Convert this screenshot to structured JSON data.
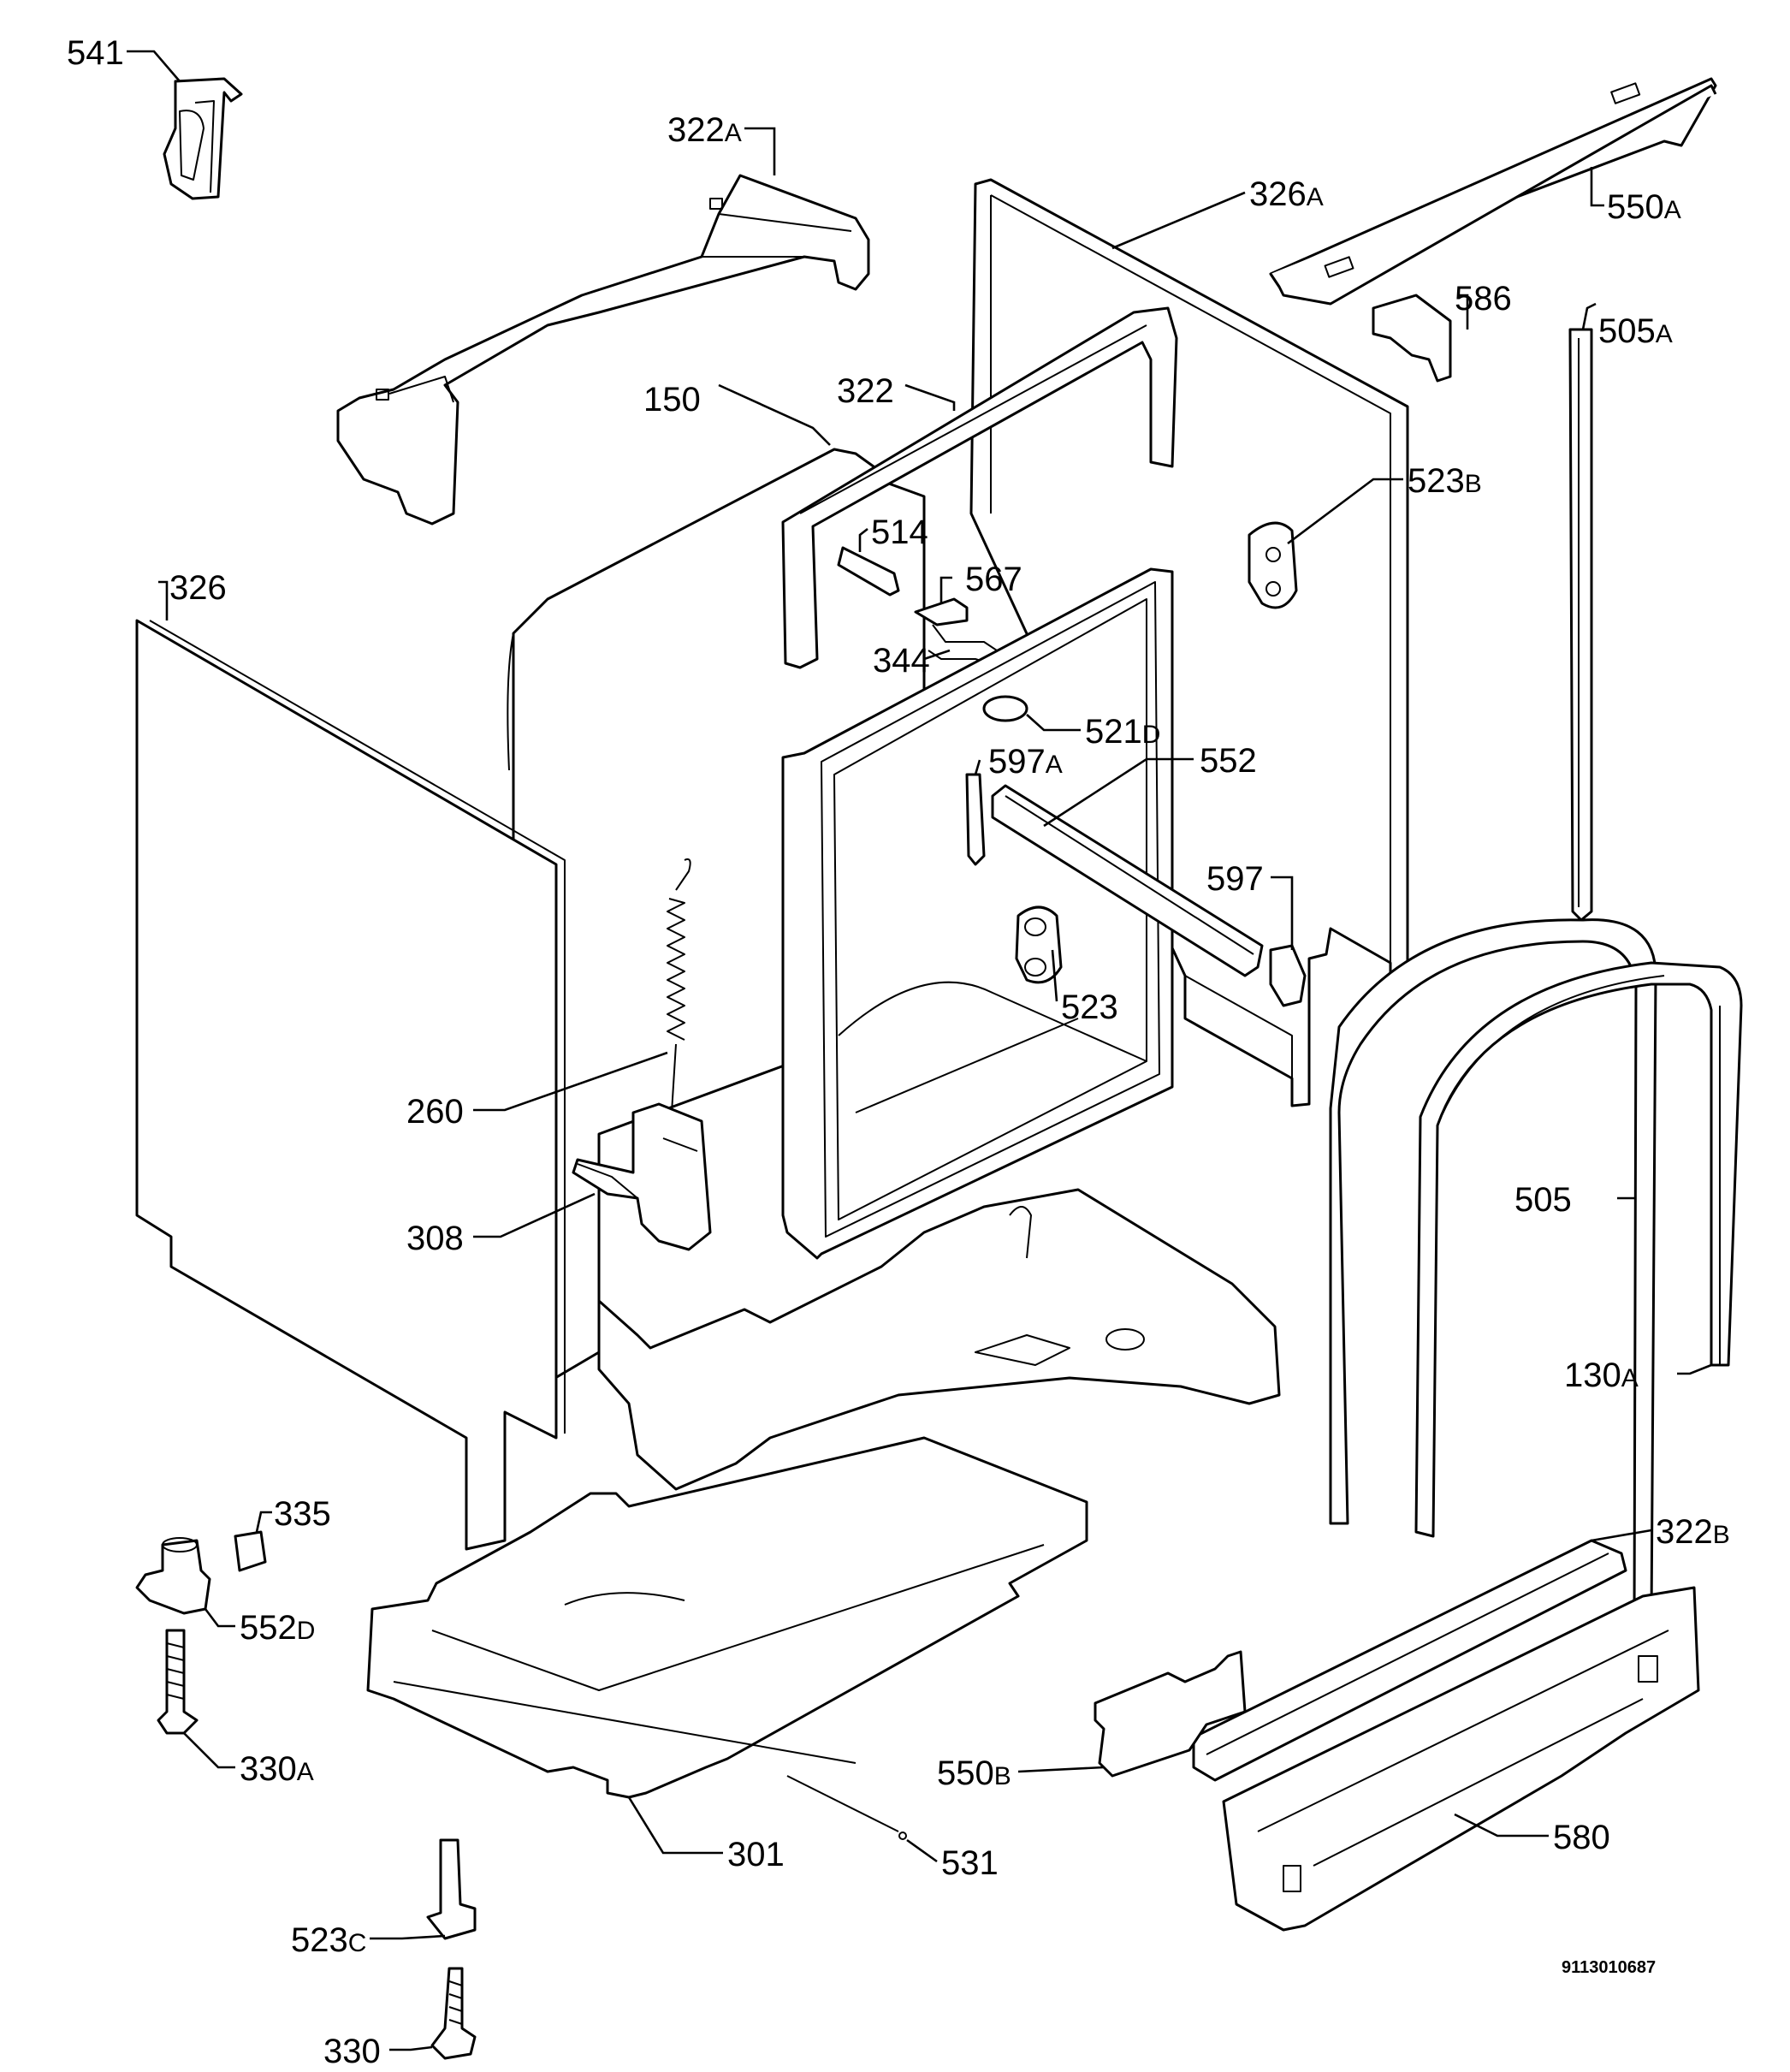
{
  "labels": {
    "l541": "541",
    "l322a": "322",
    "l322a_s": "A",
    "l326a": "326",
    "l326a_s": "A",
    "l550a": "550",
    "l550a_s": "A",
    "l586": "586",
    "l505a": "505",
    "l505a_s": "A",
    "l150": "150",
    "l322": "322",
    "l523b": "523",
    "l523b_s": "B",
    "l514": "514",
    "l326": "326",
    "l567": "567",
    "l344": "344",
    "l521d": "521",
    "l521d_s": "D",
    "l597a": "597",
    "l597a_s": "A",
    "l552": "552",
    "l597": "597",
    "l523": "523",
    "l260": "260",
    "l308": "308",
    "l505": "505",
    "l130a": "130",
    "l130a_s": "A",
    "l335": "335",
    "l552d": "552",
    "l552d_s": "D",
    "l322b": "322",
    "l322b_s": "B",
    "l330a": "330",
    "l330a_s": "A",
    "l550b": "550",
    "l550b_s": "B",
    "l580": "580",
    "l301": "301",
    "l531": "531",
    "l523c": "523",
    "l523c_s": "C",
    "l330": "330"
  },
  "drawing_code": "9113010687"
}
